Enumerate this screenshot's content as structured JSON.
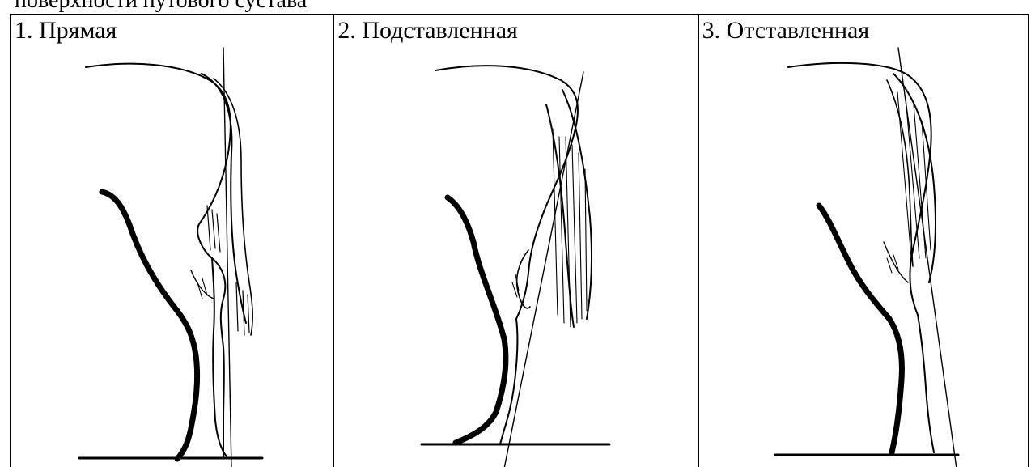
{
  "header": {
    "caption_fragment": "поверхности путового сустава"
  },
  "panels": [
    {
      "label": "1. Прямая"
    },
    {
      "label": "2. Подставленная"
    },
    {
      "label": "3. Отставленная"
    }
  ]
}
